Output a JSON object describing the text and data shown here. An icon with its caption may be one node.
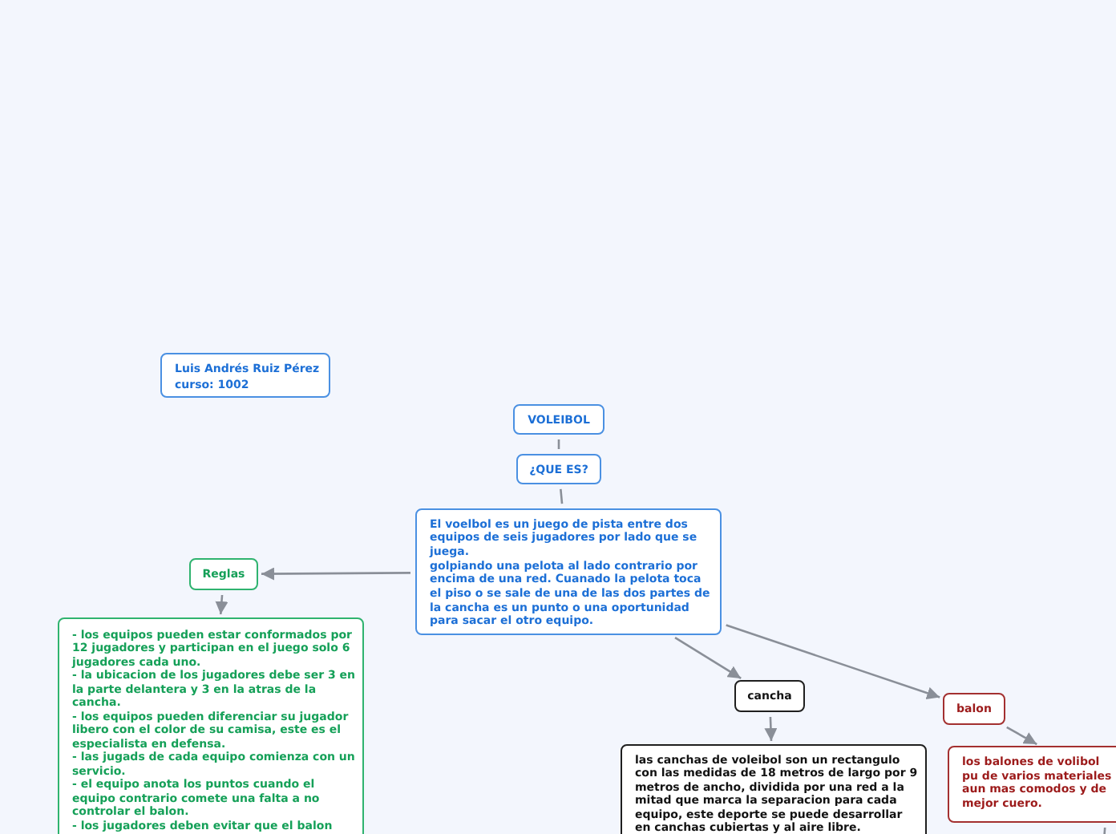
{
  "diagram": {
    "nodes": [
      {
        "text": [
          "Luis Andrés Ruiz Pérez",
          "curso: 1002"
        ]
      },
      {
        "text": [
          "VOLEIBOL"
        ]
      },
      {
        "text": [
          "¿QUE ES?"
        ]
      },
      {
        "text": [
          "El voelbol es un juego de pista entre dos equipos de seis jugadores por lado que se juega.",
          "golpiando una pelota al lado contrario por encima de una red. Cuanado la pelota toca el piso o se sale de una de las dos partes de la cancha es un punto o una oportunidad para sacar el otro equipo."
        ]
      },
      {
        "text": [
          "Reglas"
        ]
      },
      {
        "text": [
          "- los equipos pueden estar conformados por 12 jugadores y participan en el juego solo 6 jugadores cada uno.",
          "- la ubicacion de los jugadores debe ser 3 en la parte delantera y 3 en la atras de la cancha.",
          "- los equipos pueden diferenciar su jugador libero con el color de su camisa, este es el especialista en defensa.",
          "- las jugads de cada equipo comienza con un servicio.",
          "- el equipo anota los puntos cuando el equipo contrario comete una falta a no controlar el balon.",
          "- los jugadores deben evitar que el balon"
        ]
      },
      {
        "text": [
          "cancha"
        ]
      },
      {
        "text": [
          "las canchas de voleibol son un rectangulo con las medidas de 18 metros de largo por 9 metros de ancho, dividida por una red a la mitad que marca la separacion para cada equipo, este deporte se puede desarrollar en canchas cubiertas y al aire libre."
        ]
      },
      {
        "text": [
          "balon"
        ]
      },
      {
        "text": [
          "los balones de volibol pu de varios materiales aun mas comodos y de mejor cuero."
        ]
      }
    ],
    "edges": [
      {
        "from": 1,
        "to": 2,
        "arrow": "none"
      },
      {
        "from": 2,
        "to": 3,
        "arrow": "none"
      },
      {
        "from": 3,
        "to": 4,
        "arrow": "to"
      },
      {
        "from": 4,
        "to": 5,
        "arrow": "to"
      },
      {
        "from": 3,
        "to": 6,
        "arrow": "to"
      },
      {
        "from": 3,
        "to": 8,
        "arrow": "to"
      },
      {
        "from": 6,
        "to": 7,
        "arrow": "to"
      },
      {
        "from": 8,
        "to": 9,
        "arrow": "to"
      },
      {
        "from": 9,
        "to": null,
        "arrow": "none"
      }
    ]
  }
}
